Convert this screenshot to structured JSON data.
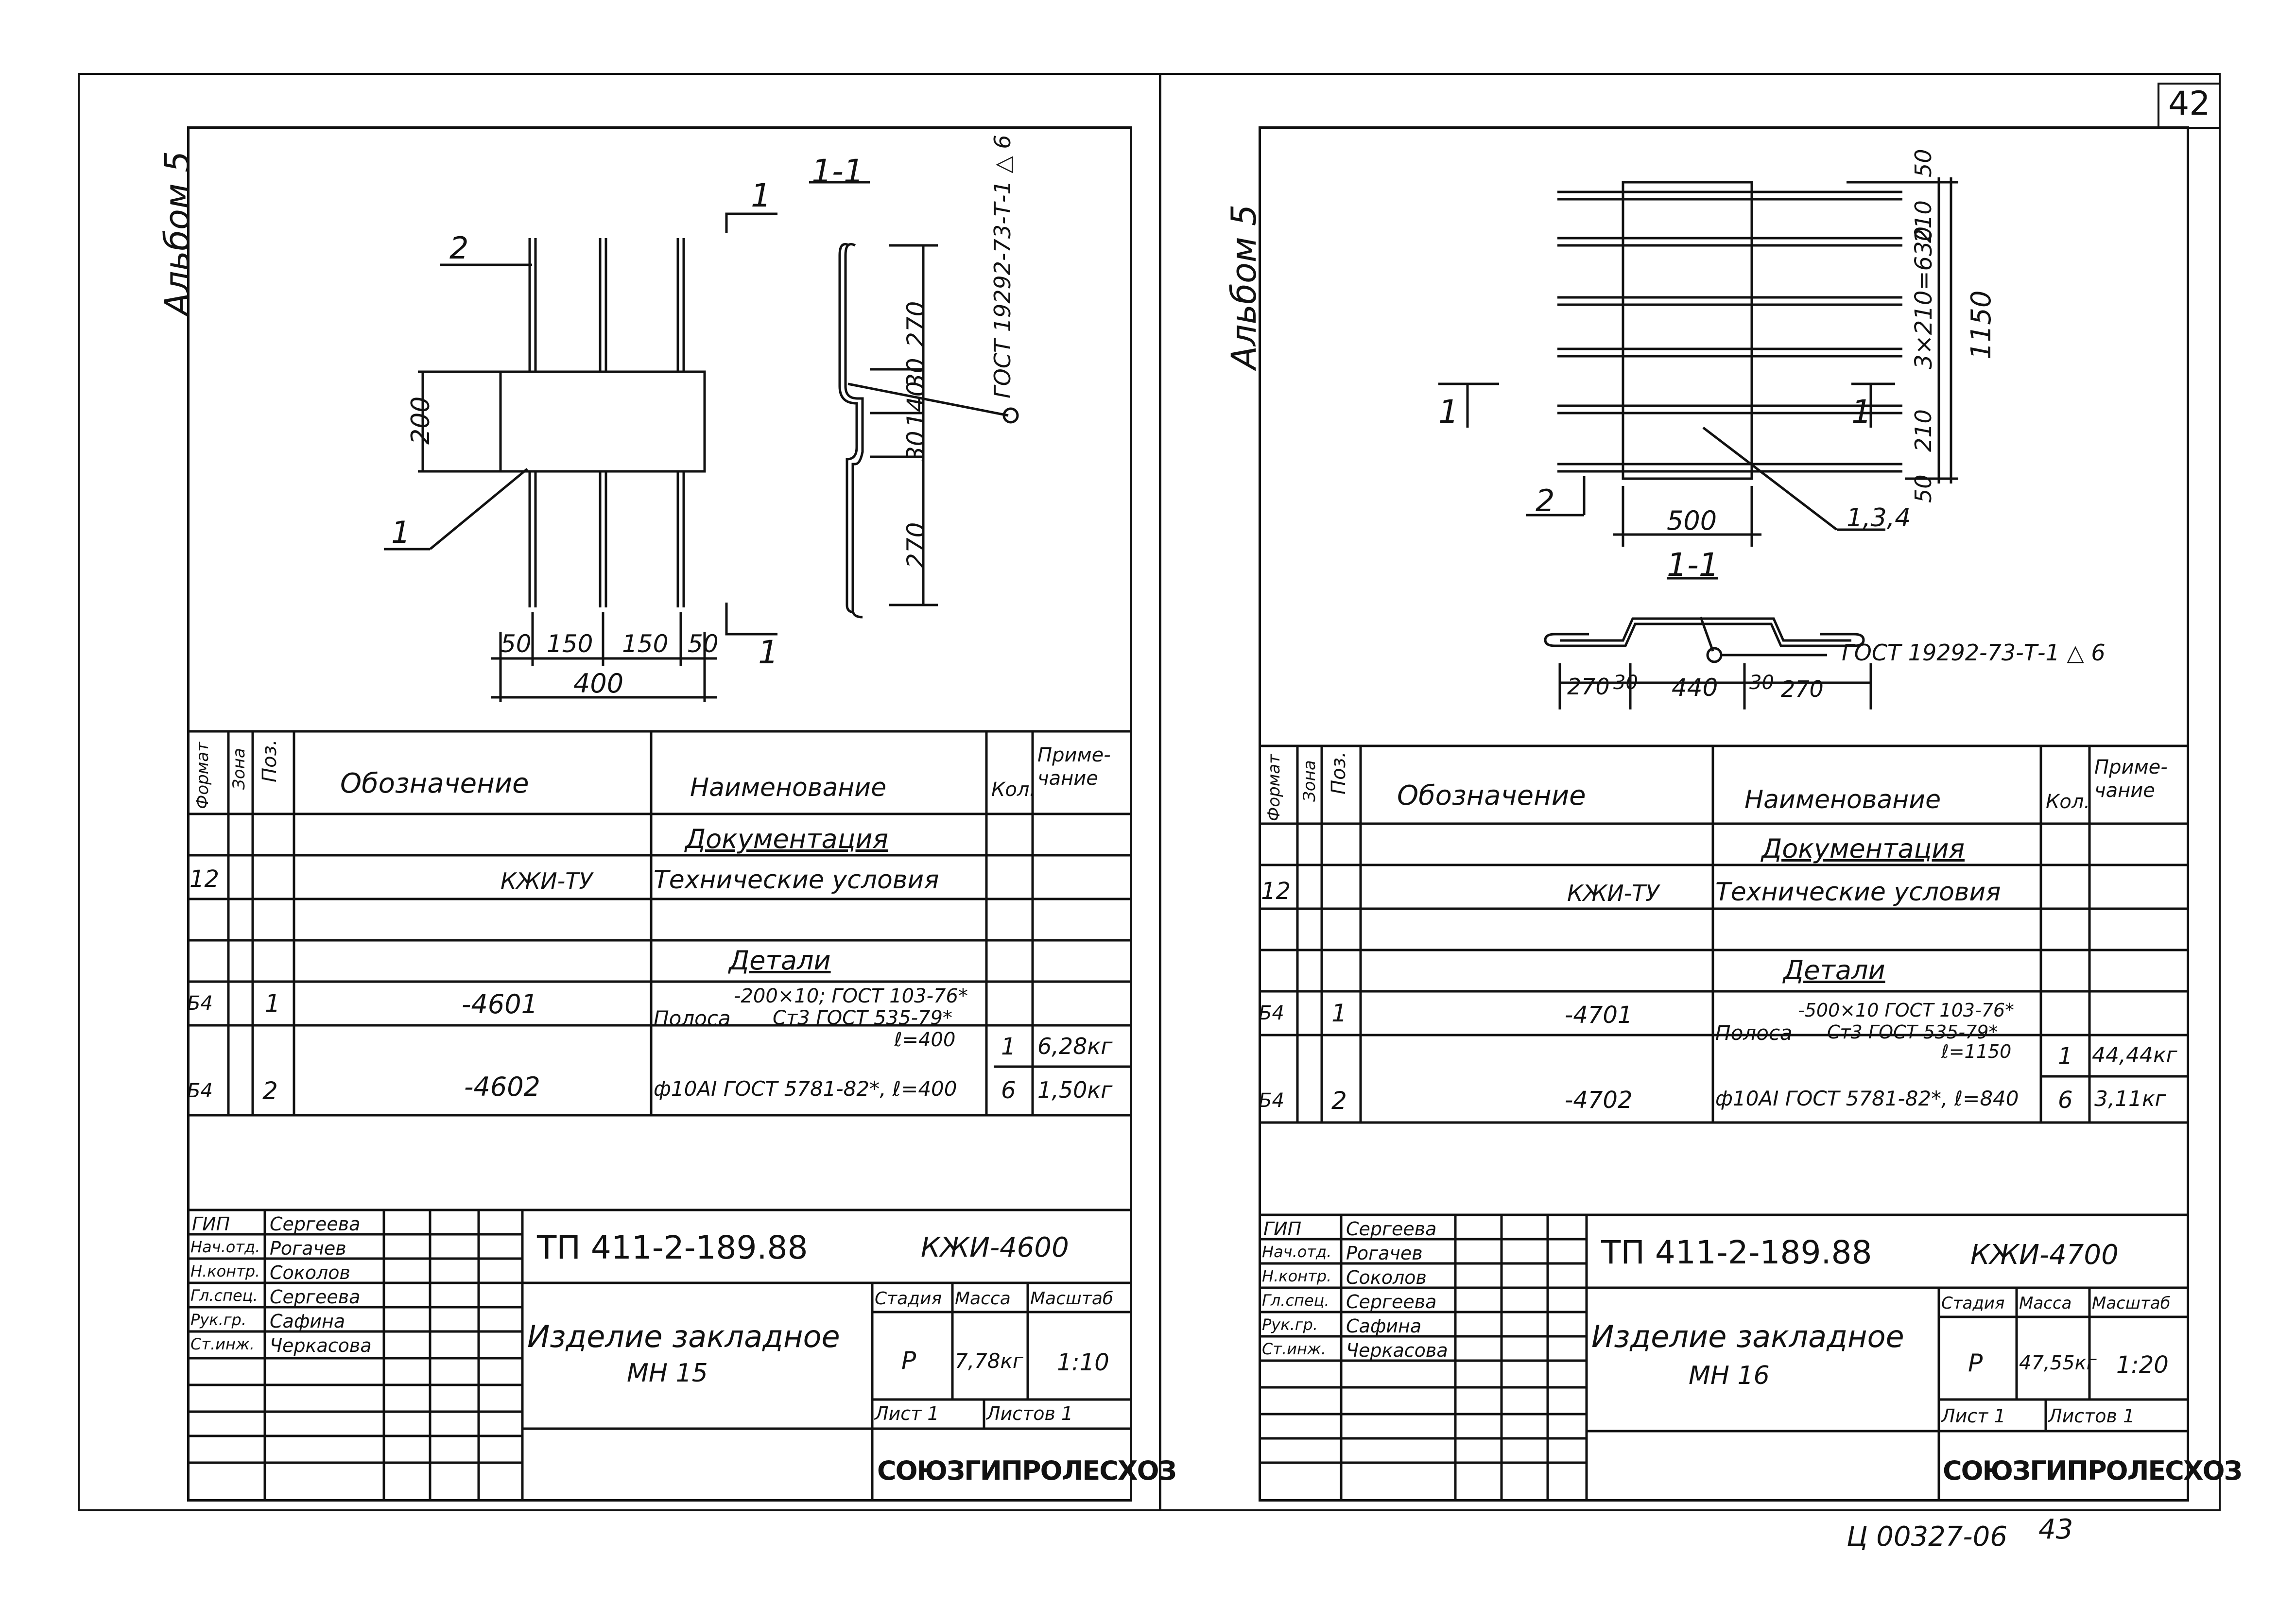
{
  "page_number": "42",
  "archive_code": "Ц 00327-06",
  "archive_page": "43",
  "left": {
    "album": "Альбом 5",
    "section_title": "1-1",
    "section_mark": "1",
    "pos_label_rods": "2",
    "pos_label_plate": "1",
    "weld_note": "ГОСТ 19292-73-Т-1 △ 6",
    "dims": {
      "height_plate": "200",
      "d50a": "50",
      "d150a": "150",
      "d150b": "150",
      "d50b": "50",
      "total": "400",
      "s270a": "270",
      "s30a": "30",
      "s140": "140",
      "s30b": "30",
      "s270b": "270"
    },
    "spec": {
      "headers": {
        "format": "Формат",
        "zone": "Зона",
        "pos": "Поз.",
        "designation": "Обозначение",
        "name": "Наименование",
        "qty": "Кол.",
        "note": "Приме-\nчание"
      },
      "section_docs": "Документация",
      "doc_row": {
        "format": "12",
        "designation": "КЖИ-ТУ",
        "name": "Технические условия"
      },
      "section_parts": "Детали",
      "rows": [
        {
          "format": "Б4",
          "pos": "1",
          "designation": "-4601",
          "name_prefix": "Полоса",
          "name_line1": "-200×10; ГОСТ 103-76*",
          "name_line2": "Ст3 ГОСТ 535-79*",
          "name_line3": "ℓ=400",
          "qty": "1",
          "note": "6,28кг"
        },
        {
          "format": "Б4",
          "pos": "2",
          "designation": "-4602",
          "name": "ф10АI ГОСТ 5781-82*, ℓ=400",
          "qty": "6",
          "note": "1,50кг"
        }
      ]
    },
    "title_block": {
      "people": [
        {
          "role": "ГИП",
          "name": "Сергеева"
        },
        {
          "role": "Нач.отд.",
          "name": "Рогачев"
        },
        {
          "role": "Н.контр.",
          "name": "Соколов"
        },
        {
          "role": "Гл.спец.",
          "name": "Сергеева"
        },
        {
          "role": "Рук.гр.",
          "name": "Сафина"
        },
        {
          "role": "Ст.инж.",
          "name": "Черкасова"
        }
      ],
      "project": "ТП 411-2-189.88",
      "code": "КЖИ-4600",
      "item_line1": "Изделие закладное",
      "item_line2": "МН 15",
      "stage_h": "Стадия",
      "mass_h": "Масса",
      "scale_h": "Масштаб",
      "stage": "Р",
      "mass": "7,78кг",
      "scale": "1:10",
      "sheet": "Лист 1",
      "sheets": "Листов 1",
      "org": "СОЮЗГИПРОЛЕСХОЗ"
    }
  },
  "right": {
    "album": "Альбом 5",
    "section_title": "1-1",
    "section_mark": "1",
    "pos_label_rods": "2",
    "pos_label_plate": "1,3,4",
    "weld_note": "ГОСТ 19292-73-Т-1 △ 6",
    "dims": {
      "width": "500",
      "total_h": "1150",
      "spacing": "3×210=630",
      "d50a": "50",
      "d210a": "210",
      "d210b": "210",
      "d50b": "50",
      "s270a": "270",
      "s30a": "30",
      "s440": "440",
      "s30b": "30",
      "s270b": "270"
    },
    "spec": {
      "headers": {
        "format": "Формат",
        "zone": "Зона",
        "pos": "Поз.",
        "designation": "Обозначение",
        "name": "Наименование",
        "qty": "Кол.",
        "note": "Приме-\nчание"
      },
      "section_docs": "Документация",
      "doc_row": {
        "format": "12",
        "designation": "КЖИ-ТУ",
        "name": "Технические условия"
      },
      "section_parts": "Детали",
      "rows": [
        {
          "format": "Б4",
          "pos": "1",
          "designation": "-4701",
          "name_prefix": "Полоса",
          "name_line1": "-500×10 ГОСТ 103-76*",
          "name_line2": "Ст3 ГОСТ 535-79*",
          "name_line3": "ℓ=1150",
          "qty": "1",
          "note": "44,44кг"
        },
        {
          "format": "Б4",
          "pos": "2",
          "designation": "-4702",
          "name": "ф10АI ГОСТ 5781-82*, ℓ=840",
          "qty": "6",
          "note": "3,11кг"
        }
      ]
    },
    "title_block": {
      "people": [
        {
          "role": "ГИП",
          "name": "Сергеева"
        },
        {
          "role": "Нач.отд.",
          "name": "Рогачев"
        },
        {
          "role": "Н.контр.",
          "name": "Соколов"
        },
        {
          "role": "Гл.спец.",
          "name": "Сергеева"
        },
        {
          "role": "Рук.гр.",
          "name": "Сафина"
        },
        {
          "role": "Ст.инж.",
          "name": "Черкасова"
        }
      ],
      "project": "ТП 411-2-189.88",
      "code": "КЖИ-4700",
      "item_line1": "Изделие закладное",
      "item_line2": "МН 16",
      "stage_h": "Стадия",
      "mass_h": "Масса",
      "scale_h": "Масштаб",
      "stage": "Р",
      "mass": "47,55кг",
      "scale": "1:20",
      "sheet": "Лист 1",
      "sheets": "Листов 1",
      "org": "СОЮЗГИПРОЛЕСХОЗ"
    }
  }
}
